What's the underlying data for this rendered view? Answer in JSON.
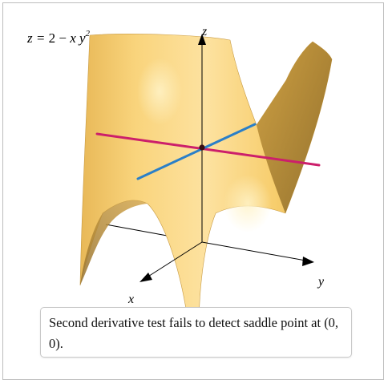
{
  "equation": {
    "lhs": "z",
    "rhs_prefix": "2 − ",
    "x": "x",
    "y": "y",
    "exponent": "2"
  },
  "axes": {
    "x_label": "x",
    "y_label": "y",
    "z_label": "z"
  },
  "caption": "Second derivative test fails to detect saddle point at (0, 0).",
  "colors": {
    "surface_light": "#fde2a0",
    "surface_mid": "#f6c65e",
    "surface_dark": "#a98231",
    "curve_y_zero": "#cc1f6b",
    "curve_x_zero": "#2a7fc8",
    "critical_point": "#3a0d14",
    "frame_border": "#bdbdbd"
  }
}
